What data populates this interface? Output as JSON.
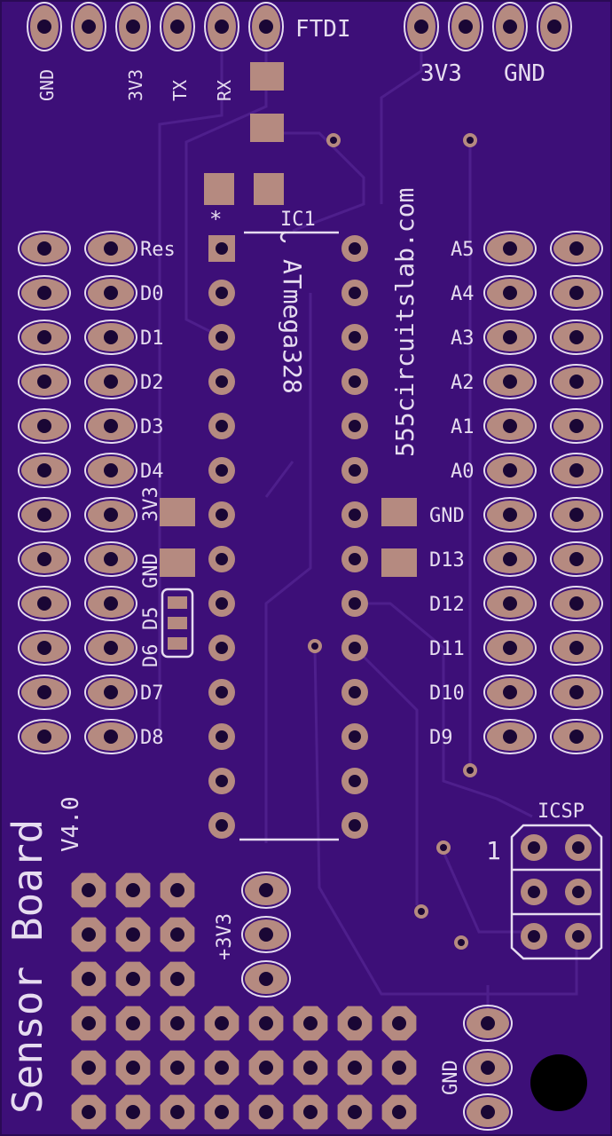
{
  "board": {
    "title": "Sensor Board",
    "version": "V4.0",
    "website": "555circuitslab.com",
    "mcu_label": "ATmega328",
    "ic_ref": "IC1",
    "star": "*",
    "colors": {
      "pcb": "#3d0f78",
      "copper": "#b58a80",
      "silkscreen": "#e6dcf0",
      "trace": "#4e1f8c"
    }
  },
  "ftdi": {
    "label": "FTDI",
    "pins": [
      "GND",
      "",
      "3V3",
      "TX",
      "RX",
      ""
    ]
  },
  "power_header": {
    "labels": [
      "3V3",
      "GND"
    ]
  },
  "left_pins": [
    "Res",
    "D0",
    "D1",
    "D2",
    "D3",
    "D4",
    "3V3",
    "GND",
    "D5",
    "D6",
    "D7",
    "D8"
  ],
  "right_pins": [
    "A5",
    "A4",
    "A3",
    "A2",
    "A1",
    "A0",
    "GND",
    "D13",
    "D12",
    "D11",
    "D10",
    "D9"
  ],
  "icsp": {
    "label": "ICSP",
    "pin1": "1"
  },
  "vreg_label": "+3V3",
  "gnd_header_label": "GND"
}
